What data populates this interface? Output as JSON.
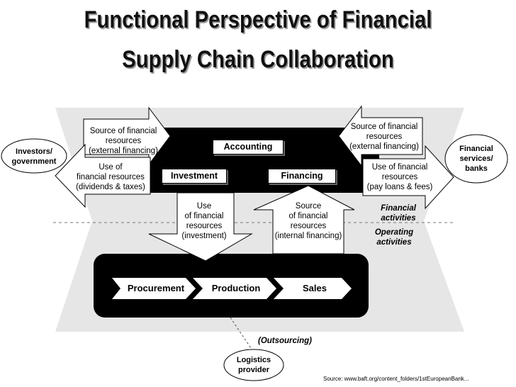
{
  "title_line1": "Functional Perspective of Financial",
  "title_line2": "Supply Chain Collaboration",
  "left": {
    "entity_line1": "Investors/",
    "entity_line2": "government",
    "source_line1": "Source of financial",
    "source_line2": "resources",
    "source_line3": "(external financing)",
    "use_line1": "Use of",
    "use_line2": "financial resources",
    "use_line3": "(dividends & taxes)"
  },
  "right": {
    "entity_line1": "Financial",
    "entity_line2": "services/",
    "entity_line3": "banks",
    "source_line1": "Source of financial",
    "source_line2": "resources",
    "source_line3": "(external financing)",
    "use_line1": "Use of financial",
    "use_line2": "resources",
    "use_line3": "(pay loans & fees)"
  },
  "center": {
    "accounting": "Accounting",
    "investment": "Investment",
    "financing": "Financing",
    "use_line1": "Use",
    "use_line2": "of financial",
    "use_line3": "resources",
    "use_line4": "(investment)",
    "source_line1": "Source",
    "source_line2": "of  financial",
    "source_line3": "resources",
    "source_line4": "(internal financing)"
  },
  "layers": {
    "financial_line1": "Financial",
    "financial_line2": "activities",
    "operating_line1": "Operating",
    "operating_line2": "activities"
  },
  "operations": {
    "procurement": "Procurement",
    "production": "Production",
    "sales": "Sales"
  },
  "outsourcing": "(Outsourcing)",
  "logistics_line1": "Logistics",
  "logistics_line2": "provider",
  "source_note": "Source: www.baft.org/content_folders/1stEuropeanBank..."
}
